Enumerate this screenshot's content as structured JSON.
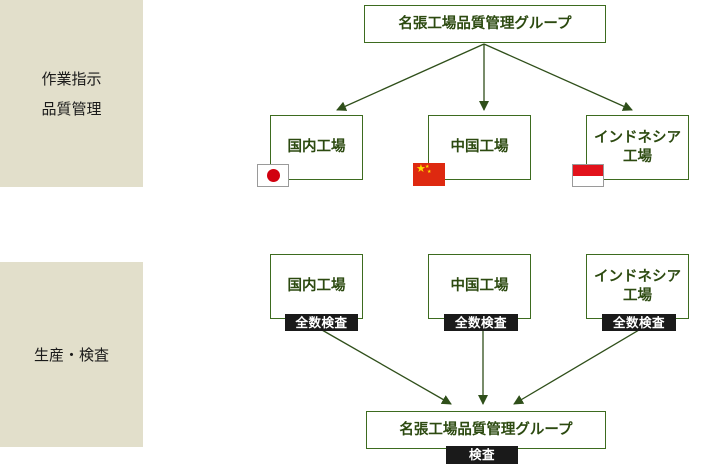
{
  "sidebar": {
    "top": {
      "lines": [
        "作業指示",
        "品質管理"
      ]
    },
    "bottom": {
      "lines": [
        "生産・検査"
      ]
    }
  },
  "top_section": {
    "hq": {
      "label": "名張工場品質管理グループ"
    },
    "factories": [
      {
        "id": "domestic",
        "lines": [
          "国内工場"
        ],
        "flag": "japan"
      },
      {
        "id": "china",
        "lines": [
          "中国工場"
        ],
        "flag": "china"
      },
      {
        "id": "indonesia",
        "lines": [
          "インドネシア",
          "工場"
        ],
        "flag": "indonesia"
      }
    ]
  },
  "bottom_section": {
    "factories": [
      {
        "id": "domestic",
        "lines": [
          "国内工場"
        ],
        "badge": "全数検査"
      },
      {
        "id": "china",
        "lines": [
          "中国工場"
        ],
        "badge": "全数検査"
      },
      {
        "id": "indonesia",
        "lines": [
          "インドネシア",
          "工場"
        ],
        "badge": "全数検査"
      }
    ],
    "hq": {
      "label": "名張工場品質管理グループ",
      "badge": "検査"
    }
  },
  "colors": {
    "sidebar_bg": "#e2dfcb",
    "box_border": "#3d6b1f",
    "box_text": "#2c4a10",
    "arrow": "#2f4f1a",
    "badge_bg": "#1a1a1a"
  }
}
